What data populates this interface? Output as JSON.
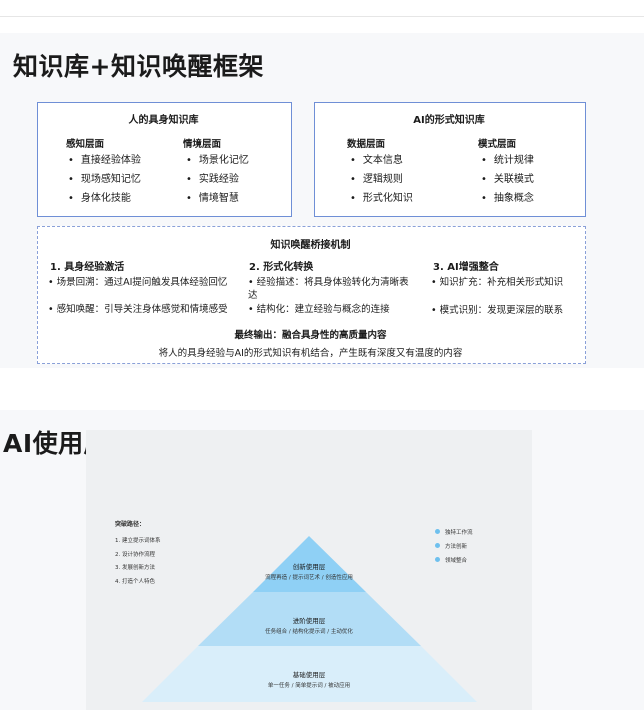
{
  "section1": {
    "title": "知识库+知识唤醒框架",
    "human_box": {
      "title": "人的具身知识库",
      "col1": {
        "heading": "感知层面",
        "items": [
          "直接经验体验",
          "现场感知记忆",
          "身体化技能"
        ]
      },
      "col2": {
        "heading": "情境层面",
        "items": [
          "场景化记忆",
          "实践经验",
          "情境智慧"
        ]
      }
    },
    "ai_box": {
      "title": "AI的形式知识库",
      "col1": {
        "heading": "数据层面",
        "items": [
          "文本信息",
          "逻辑规则",
          "形式化知识"
        ]
      },
      "col2": {
        "heading": "模式层面",
        "items": [
          "统计规律",
          "关联模式",
          "抽象概念"
        ]
      }
    },
    "bridge": {
      "title": "知识唤醒桥接机制",
      "col1": {
        "heading": "1. 具身经验激活",
        "b1": "• 场景回溯：通过AI提问触发具体经验回忆",
        "b2": "• 感知唤醒：引导关注身体感觉和情境感受"
      },
      "col2": {
        "heading": "2. 形式化转换",
        "b1": "• 经验描述：将具身体验转化为清晰表达",
        "b2": "• 结构化：建立经验与概念的连接"
      },
      "col3": {
        "heading": "3. AI增强整合",
        "b1": "• 知识扩充：补充相关形式知识",
        "b2": "• 模式识别：发现更深层的联系"
      },
      "output_title": "最终输出：融合具身性的高质量内容",
      "output_text": "将人的具身经验与AI的形式知识有机结合，产生既有深度又有温度的内容"
    }
  },
  "section2": {
    "title": "AI使用层次与突破路径",
    "path": {
      "title": "突破路径：",
      "items": [
        "1. 建立提示词体系",
        "2. 设计协作流程",
        "3. 发展创新方法",
        "4. 打造个人特色"
      ]
    },
    "legend": [
      "独特工作流",
      "方法创新",
      "领域整合"
    ],
    "layers": [
      {
        "name": "创新使用层",
        "desc": "流程再造 / 提示词艺术 / 创造性应用",
        "color": "#8fd0f5"
      },
      {
        "name": "进阶使用层",
        "desc": "任务组合 / 结构化提示词 / 主动优化",
        "color": "#b2ddf6"
      },
      {
        "name": "基础使用层",
        "desc": "单一任务 / 简单提示词 / 被动应用",
        "color": "#d9eefa"
      }
    ]
  }
}
